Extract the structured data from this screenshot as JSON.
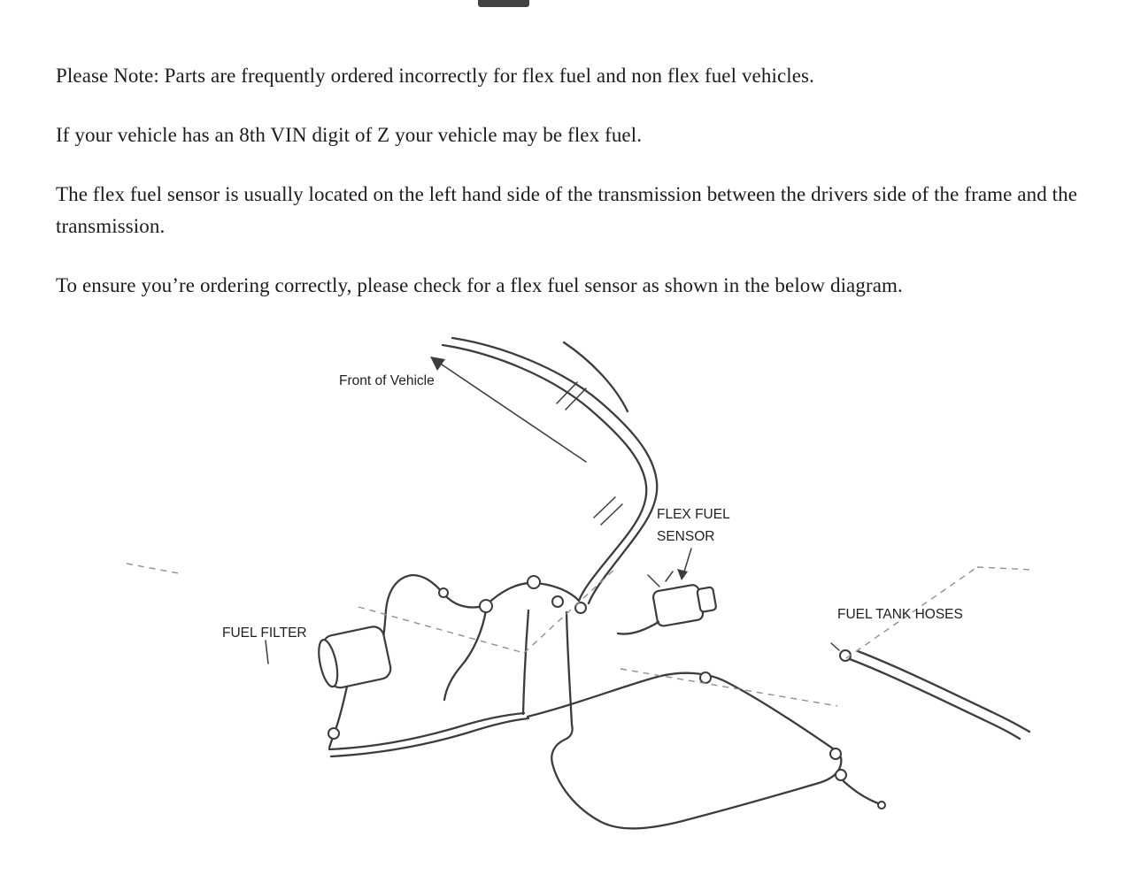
{
  "colors": {
    "line": "#3c3c3c",
    "dash": "#8f8f8f",
    "text": "#1c1c1c",
    "background": "#ffffff"
  },
  "notes": {
    "para1": "Please Note: Parts are frequently ordered incorrectly for flex fuel and non flex fuel vehicles.",
    "para2": "If your vehicle has an 8th VIN digit of Z your vehicle may be flex fuel.",
    "para3": "The flex fuel sensor is usually located on the left hand side of the transmission between the drivers side of the frame and the transmission.",
    "para4": "To ensure you’re ordering correctly, please check for a flex fuel sensor as shown in the below diagram."
  },
  "diagram": {
    "labels": {
      "front_of_vehicle": "Front of Vehicle",
      "flex_fuel_sensor": "FLEX FUEL\nSENSOR",
      "fuel_filter": "FUEL FILTER",
      "fuel_tank_hoses": "FUEL TANK HOSES"
    }
  }
}
